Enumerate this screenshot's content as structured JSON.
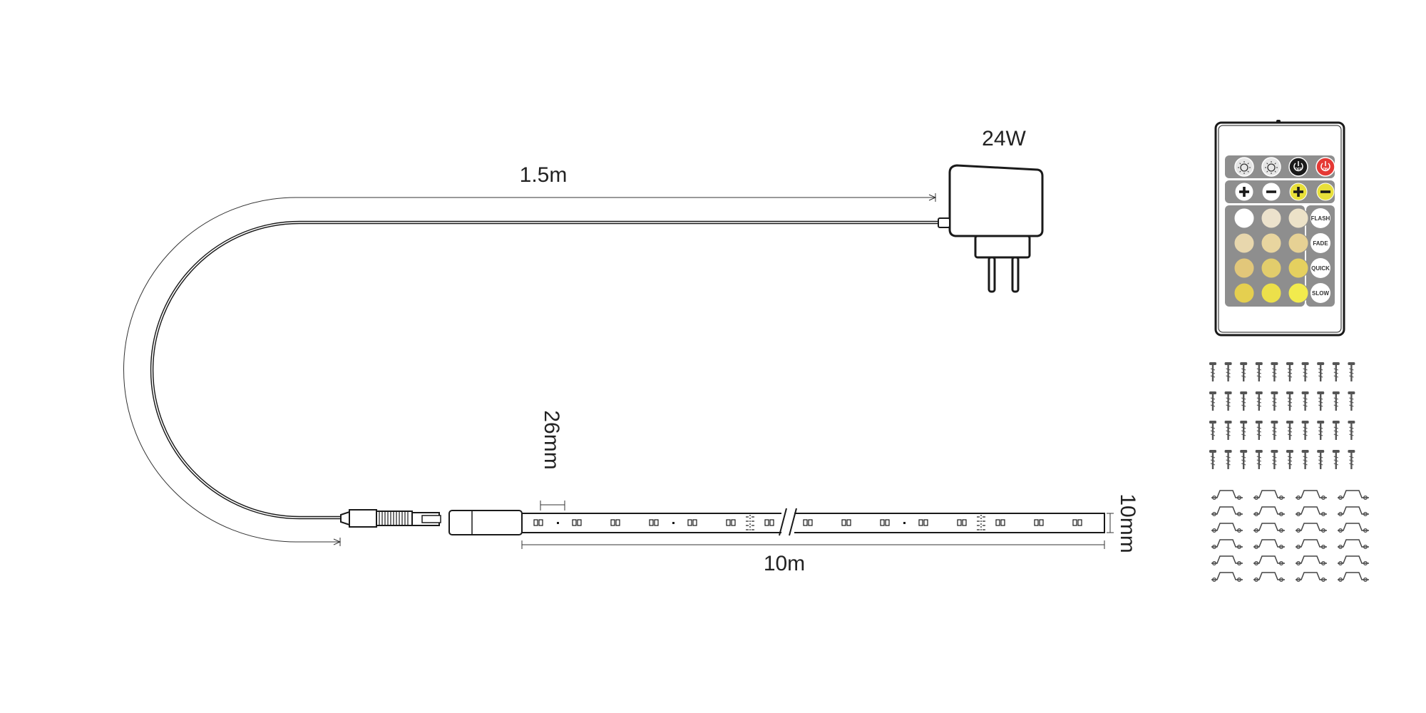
{
  "diagram": {
    "power_label": "24W",
    "cable_length_label": "1.5m",
    "led_pitch_label": "26mm",
    "strip_length_label": "10m",
    "strip_width_label": "10mm"
  },
  "remote": {
    "top_buttons": [
      {
        "icon": "brightness-up-icon",
        "color": "#e6e6e6"
      },
      {
        "icon": "brightness-down-icon",
        "color": "#e6e6e6"
      },
      {
        "icon": "power-off-icon",
        "color": "#1a1a1a",
        "text": "OFF"
      },
      {
        "icon": "power-on-icon",
        "color": "#e53935",
        "text": "ON"
      }
    ],
    "adjust_buttons": [
      {
        "icon": "plus-icon",
        "color": "#ffffff"
      },
      {
        "icon": "minus-icon",
        "color": "#ffffff"
      },
      {
        "icon": "plus-icon",
        "color": "#e8e03a"
      },
      {
        "icon": "minus-icon",
        "color": "#e8e03a"
      }
    ],
    "color_grid": [
      [
        "#ffffff",
        "#ece2cc",
        "#ece2c8"
      ],
      [
        "#e8d7ad",
        "#e8d59f",
        "#e6d194"
      ],
      [
        "#e2c77a",
        "#e2cd6c",
        "#e5d05f"
      ],
      [
        "#e5cf4f",
        "#ece04a",
        "#f2eb4d"
      ]
    ],
    "mode_buttons": [
      "FLASH",
      "FADE",
      "QUICK",
      "SLOW"
    ]
  },
  "accessories": {
    "screw_rows": 4,
    "screw_cols": 10,
    "clip_rows": 6,
    "clip_cols": 4
  }
}
